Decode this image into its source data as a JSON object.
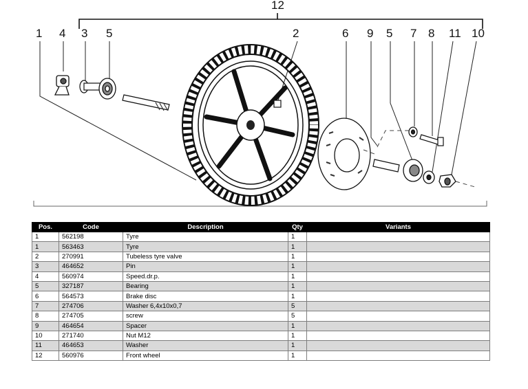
{
  "callouts": {
    "group": "12",
    "left": [
      "1",
      "4",
      "3",
      "5"
    ],
    "valve": "2",
    "right": [
      "6",
      "9",
      "5",
      "7",
      "8",
      "11",
      "10"
    ]
  },
  "table": {
    "headers": [
      "Pos.",
      "Code",
      "Description",
      "Qty",
      "Variants"
    ],
    "rows": [
      {
        "pos": "1",
        "code": "562198",
        "desc": "Tyre",
        "qty": "1",
        "var": ""
      },
      {
        "pos": "1",
        "code": "563463",
        "desc": "Tyre",
        "qty": "1",
        "var": ""
      },
      {
        "pos": "2",
        "code": "270991",
        "desc": "Tubeless tyre valve",
        "qty": "1",
        "var": ""
      },
      {
        "pos": "3",
        "code": "464652",
        "desc": "Pin",
        "qty": "1",
        "var": ""
      },
      {
        "pos": "4",
        "code": "560974",
        "desc": "Speed.dr.p.",
        "qty": "1",
        "var": ""
      },
      {
        "pos": "5",
        "code": "327187",
        "desc": "Bearing",
        "qty": "1",
        "var": ""
      },
      {
        "pos": "6",
        "code": "564573",
        "desc": "Brake disc",
        "qty": "1",
        "var": ""
      },
      {
        "pos": "7",
        "code": "274706",
        "desc": "Washer 6,4x10x0,7",
        "qty": "5",
        "var": ""
      },
      {
        "pos": "8",
        "code": "274705",
        "desc": "screw",
        "qty": "5",
        "var": ""
      },
      {
        "pos": "9",
        "code": "464654",
        "desc": "Spacer",
        "qty": "1",
        "var": ""
      },
      {
        "pos": "10",
        "code": "271740",
        "desc": "Nut M12",
        "qty": "1",
        "var": ""
      },
      {
        "pos": "11",
        "code": "464653",
        "desc": "Washer",
        "qty": "1",
        "var": ""
      },
      {
        "pos": "12",
        "code": "560976",
        "desc": "Front wheel",
        "qty": "1",
        "var": ""
      }
    ]
  }
}
